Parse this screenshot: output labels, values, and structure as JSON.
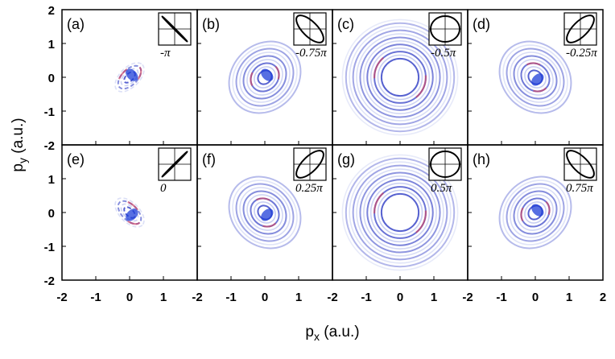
{
  "figure": {
    "xlabel_main": "p",
    "xlabel_sub": "x",
    "xlabel_unit": " (a.u.)",
    "ylabel_main": "p",
    "ylabel_sub": "y",
    "ylabel_unit": " (a.u.)",
    "x_ticks": [
      "-2",
      "-1",
      "0",
      "1",
      "-2",
      "-1",
      "0",
      "1",
      "-2",
      "-1",
      "0",
      "1",
      "-2",
      "-1",
      "0",
      "1",
      "2"
    ],
    "y_ticks_top": [
      "2",
      "1",
      "0",
      "-1",
      "-2"
    ],
    "y_ticks_bottom": [
      "1",
      "0",
      "-1",
      "-2"
    ]
  },
  "chart_data": {
    "type": "heatmap",
    "grid": "off",
    "axes": {
      "x_range": [
        -2,
        2
      ],
      "y_range": [
        -2,
        2
      ],
      "x_ticks": [
        -2,
        -1,
        0,
        1,
        2
      ],
      "y_ticks": [
        -2,
        -1,
        0,
        1,
        2
      ]
    },
    "panels": [
      {
        "label": "(a)",
        "phase": "-π",
        "phase_rad": -3.1416,
        "rings": 4,
        "inner_radius": 0.2,
        "ring_spacing": 0.11,
        "tilt_deg": -45,
        "aspect": 0.55,
        "ellipse_tilt_deg": 45,
        "ellipse_minor": 0.02
      },
      {
        "label": "(b)",
        "phase": "-0.75π",
        "phase_rad": -2.3562,
        "rings": 9,
        "inner_radius": 0.22,
        "ring_spacing": 0.115,
        "tilt_deg": -45,
        "aspect": 0.85,
        "ellipse_tilt_deg": 45,
        "ellipse_minor": 0.42
      },
      {
        "label": "(c)",
        "phase": "-0.5π",
        "phase_rad": -1.5708,
        "rings": 12,
        "inner_radius": 0.55,
        "ring_spacing": 0.105,
        "tilt_deg": 0,
        "aspect": 1.0,
        "ellipse_tilt_deg": 0,
        "ellipse_minor": 0.85
      },
      {
        "label": "(d)",
        "phase": "-0.25π",
        "phase_rad": -0.7854,
        "rings": 9,
        "inner_radius": 0.22,
        "ring_spacing": 0.115,
        "tilt_deg": 45,
        "aspect": 0.85,
        "ellipse_tilt_deg": -45,
        "ellipse_minor": 0.42
      },
      {
        "label": "(e)",
        "phase": "0",
        "phase_rad": 0,
        "rings": 4,
        "inner_radius": 0.2,
        "ring_spacing": 0.11,
        "tilt_deg": 45,
        "aspect": 0.55,
        "ellipse_tilt_deg": -45,
        "ellipse_minor": 0.02
      },
      {
        "label": "(f)",
        "phase": "0.25π",
        "phase_rad": 0.7854,
        "rings": 9,
        "inner_radius": 0.22,
        "ring_spacing": 0.115,
        "tilt_deg": 45,
        "aspect": 0.85,
        "ellipse_tilt_deg": -45,
        "ellipse_minor": 0.42
      },
      {
        "label": "(g)",
        "phase": "0.5π",
        "phase_rad": 1.5708,
        "rings": 12,
        "inner_radius": 0.55,
        "ring_spacing": 0.105,
        "tilt_deg": 0,
        "aspect": 1.0,
        "ellipse_tilt_deg": 0,
        "ellipse_minor": 0.85
      },
      {
        "label": "(h)",
        "phase": "0.75π",
        "phase_rad": 2.3562,
        "rings": 9,
        "inner_radius": 0.22,
        "ring_spacing": 0.115,
        "tilt_deg": -45,
        "aspect": 0.85,
        "ellipse_tilt_deg": 45,
        "ellipse_minor": 0.42
      }
    ]
  },
  "colors": {
    "ring_blue": "#3a46c8",
    "ring_light": "#b8c0ee",
    "ring_red": "#c8466a",
    "center_blue": "#1f3fd8",
    "frame": "#000000",
    "background": "#ffffff"
  }
}
